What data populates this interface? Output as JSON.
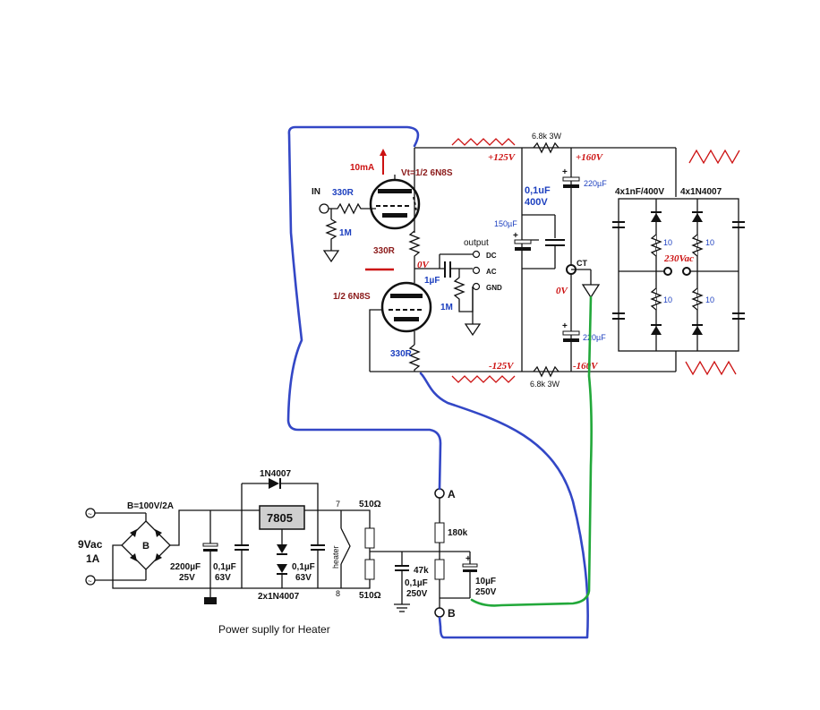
{
  "colors": {
    "wire": "#111111",
    "blue_trace": "#3347c6",
    "green_trace": "#22a83a",
    "red_label": "#cc1111",
    "blue_label": "#1c3fbf"
  },
  "tube": {
    "in_label": "IN",
    "r_in": "330R",
    "r_grid": "1M",
    "current": "10mA",
    "vt": "Vt=1/2 6N8S",
    "r_mid": "330R",
    "lower_tube": "1/2 6N8S",
    "r_bottom": "330R"
  },
  "output": {
    "title": "output",
    "dc": "DC",
    "ac": "AC",
    "gnd": "GND",
    "cap": "1µF",
    "r": "1M",
    "zero": "0V"
  },
  "rails": {
    "plus125": "+125V",
    "minus125": "-125V",
    "plus160": "+160V",
    "minus160": "-160V",
    "zero": "0V",
    "r_top": "6.8k 3W",
    "r_bot": "6.8k 3W",
    "cap_01": "0,1uF",
    "cap_01v": "400V",
    "cap_150": "150µF",
    "cap_220a": "220µF",
    "cap_220b": "220µF",
    "ct": "CT"
  },
  "bridge": {
    "caps": "4x1nF/400V",
    "diodes": "4x1N4007",
    "ac_in": "230Vac",
    "r1": "10",
    "r2": "10",
    "r3": "10",
    "r4": "10"
  },
  "heater_supply": {
    "title": "Power suplly for Heater",
    "bridge": "B=100V/2A",
    "b_label": "B",
    "input_v": "9Vac",
    "input_a": "1A",
    "diode_top": "1N4007",
    "reg": "7805",
    "c1": "2200µF",
    "c1v": "25V",
    "c2": "0,1µF",
    "c2v": "63V",
    "c3": "0,1µF",
    "c3v": "63V",
    "diodes": "2x1N4007",
    "pin7": "7",
    "pin8": "8",
    "heater": "heater",
    "r510a": "510Ω",
    "r510b": "510Ω",
    "node_a": "A",
    "node_b": "B",
    "r180": "180k",
    "r47": "47k",
    "c4": "0,1µF",
    "c4v": "250V",
    "c5": "10µF",
    "c5v": "250V"
  }
}
